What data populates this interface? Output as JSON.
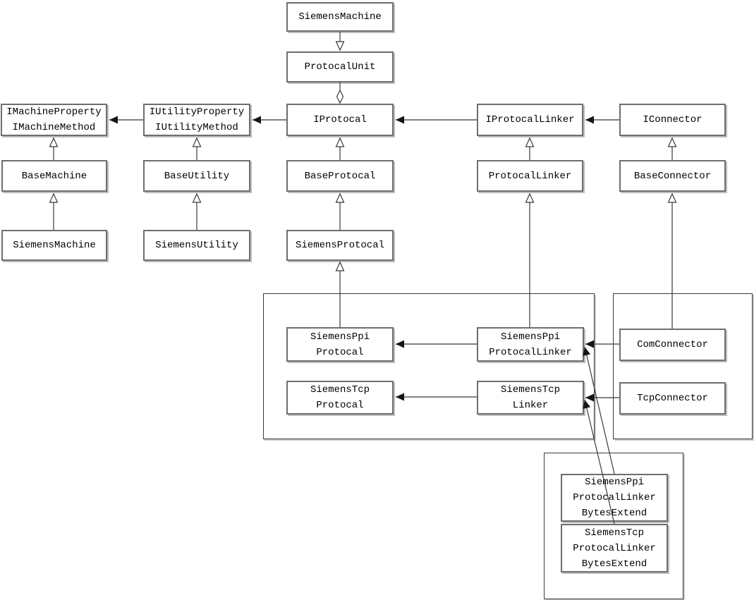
{
  "diagram": {
    "title": "Siemens protocol class diagram",
    "colors": {
      "background": "#ffffff",
      "node_border": "#6e6e6e",
      "container_border": "#3c3c3c",
      "generalization_line": "#3a3a3a",
      "dependency_line_bold": "#808080",
      "dependency_line_thin": "#3a3a3a",
      "arrow_fill": "#151515",
      "text": "#000000"
    },
    "nodes": {
      "siemens_machine_top": {
        "label": "SiemensMachine"
      },
      "protocal_unit": {
        "label": "ProtocalUnit"
      },
      "imachine": {
        "label": "IMachineProperty\nIMachineMethod"
      },
      "iutility": {
        "label": "IUtilityProperty\nIUtilityMethod"
      },
      "iprotocal": {
        "label": "IProtocal"
      },
      "iprotocal_linker": {
        "label": "IProtocalLinker"
      },
      "iconnector": {
        "label": "IConnector"
      },
      "base_machine": {
        "label": "BaseMachine"
      },
      "base_utility": {
        "label": "BaseUtility"
      },
      "base_protocal": {
        "label": "BaseProtocal"
      },
      "protocal_linker": {
        "label": "ProtocalLinker"
      },
      "base_connector": {
        "label": "BaseConnector"
      },
      "siemens_machine": {
        "label": "SiemensMachine"
      },
      "siemens_utility": {
        "label": "SiemensUtility"
      },
      "siemens_protocal": {
        "label": "SiemensProtocal"
      },
      "siemens_ppi_protocal": {
        "label": "SiemensPpi\nProtocal"
      },
      "siemens_ppi_protocal_linker": {
        "label": "SiemensPpi\nProtocalLinker"
      },
      "siemens_tcp_protocal": {
        "label": "SiemensTcp\nProtocal"
      },
      "siemens_tcp_linker": {
        "label": "SiemensTcp\nLinker"
      },
      "com_connector": {
        "label": "ComConnector"
      },
      "tcp_connector": {
        "label": "TcpConnector"
      },
      "ppi_bytes_extend": {
        "label": "SiemensPpi\nProtocalLinker\nBytesExtend"
      },
      "tcp_bytes_extend": {
        "label": "SiemensTcp\nProtocalLinker\nBytesExtend"
      }
    },
    "edges": [
      {
        "from": "SiemensMachine",
        "to": "ProtocalUnit",
        "type": "generalization-down"
      },
      {
        "from": "ProtocalUnit",
        "to": "IProtocal",
        "type": "aggregation-diamond"
      },
      {
        "from": "IProtocal",
        "to": "IUtilityProperty/IUtilityMethod",
        "type": "dependency"
      },
      {
        "from": "IUtilityProperty/IUtilityMethod",
        "to": "IMachineProperty/IMachineMethod",
        "type": "dependency"
      },
      {
        "from": "IProtocalLinker",
        "to": "IProtocal",
        "type": "dependency"
      },
      {
        "from": "IConnector",
        "to": "IProtocalLinker",
        "type": "dependency"
      },
      {
        "from": "BaseMachine",
        "to": "IMachineProperty/IMachineMethod",
        "type": "generalization"
      },
      {
        "from": "SiemensMachine",
        "to": "BaseMachine",
        "type": "generalization"
      },
      {
        "from": "BaseUtility",
        "to": "IUtilityProperty/IUtilityMethod",
        "type": "generalization"
      },
      {
        "from": "SiemensUtility",
        "to": "BaseUtility",
        "type": "generalization"
      },
      {
        "from": "BaseProtocal",
        "to": "IProtocal",
        "type": "generalization"
      },
      {
        "from": "SiemensProtocal",
        "to": "BaseProtocal",
        "type": "generalization"
      },
      {
        "from": "SiemensPpiProtocal",
        "to": "SiemensProtocal",
        "type": "generalization"
      },
      {
        "from": "ProtocalLinker",
        "to": "IProtocalLinker",
        "type": "generalization"
      },
      {
        "from": "SiemensPpiProtocalLinker",
        "to": "ProtocalLinker",
        "type": "generalization"
      },
      {
        "from": "BaseConnector",
        "to": "IConnector",
        "type": "generalization"
      },
      {
        "from": "ComConnector",
        "to": "BaseConnector",
        "type": "generalization"
      },
      {
        "from": "SiemensPpiProtocalLinker",
        "to": "SiemensPpiProtocal",
        "type": "dependency"
      },
      {
        "from": "SiemensTcpLinker",
        "to": "SiemensTcpProtocal",
        "type": "dependency"
      },
      {
        "from": "ComConnector",
        "to": "SiemensPpiProtocalLinker",
        "type": "dependency"
      },
      {
        "from": "TcpConnector",
        "to": "SiemensTcpLinker",
        "type": "dependency"
      },
      {
        "from": "SiemensPpiProtocalLinkerBytesExtend",
        "to": "SiemensPpiProtocalLinker",
        "type": "dependency"
      },
      {
        "from": "SiemensTcpProtocalLinkerBytesExtend",
        "to": "SiemensTcpLinker",
        "type": "dependency"
      }
    ]
  }
}
